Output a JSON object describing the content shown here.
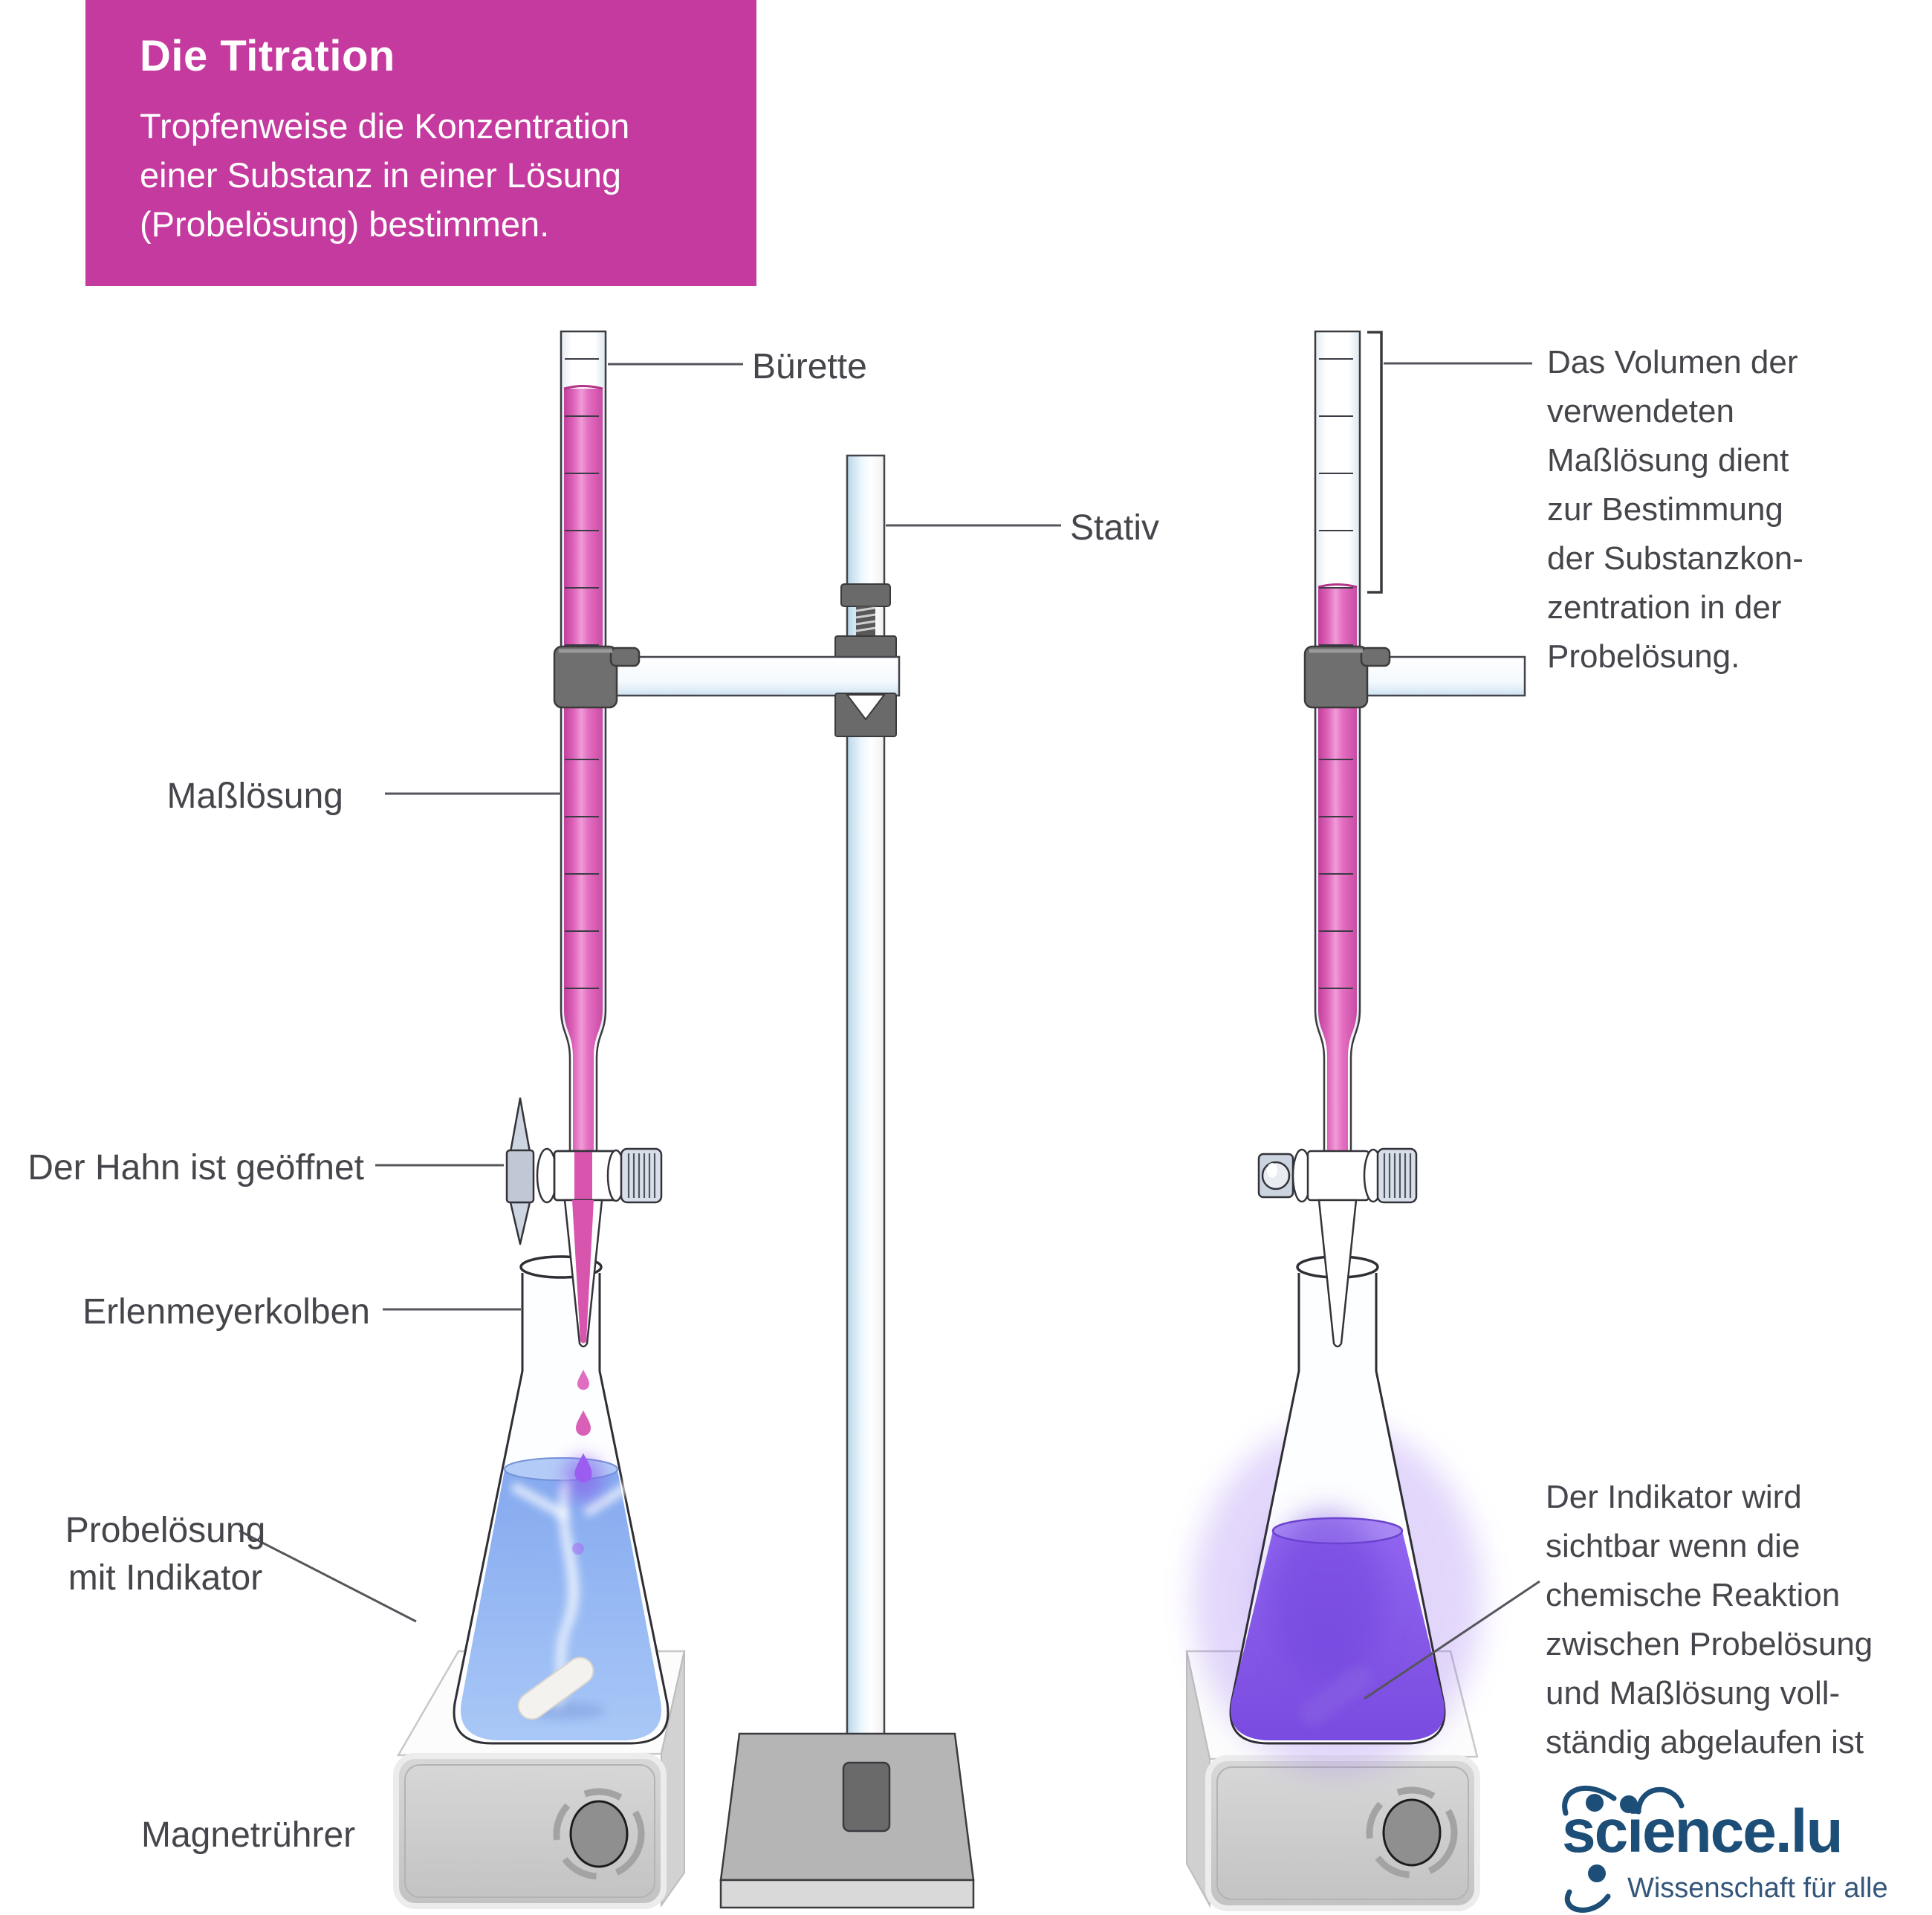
{
  "header": {
    "title": "Die Titration",
    "subtitle": "Tropfenweise die Konzentration\neiner Substanz in einer Lösung\n(Probelösung) bestimmen."
  },
  "labels": {
    "buerette": "Bürette",
    "stativ": "Stativ",
    "masslosung": "Maßlösung",
    "hahn": "Der Hahn ist geöffnet",
    "erlenmeyer": "Erlenmeyerkolben",
    "probeloesung": "Probelösung\nmit Indikator",
    "magnetruehrer": "Magnetrührer"
  },
  "annotations": {
    "volumen": "Das Volumen der\nverwendeten\nMaßlösung dient\nzur Bestimmung\nder Substanzkon-\nzentration in der\nProbelösung.",
    "indikator": "Der Indikator wird\nsichtbar wenn die\nchemische Reaktion\nzwischen Probelösung\nund Maßlösung voll-\nständig abgelaufen ist"
  },
  "logo": {
    "wordmark": "science.lu",
    "tagline": "Wissenschaft für alle"
  },
  "colors": {
    "header_bg": "#c43a9e",
    "titrant_pink": "#dd5fb4",
    "sample_blue": "#8fb2f0",
    "indicator_purple": "#8556e8",
    "logo_blue": "#1d4e78",
    "label_text": "#45454b"
  }
}
